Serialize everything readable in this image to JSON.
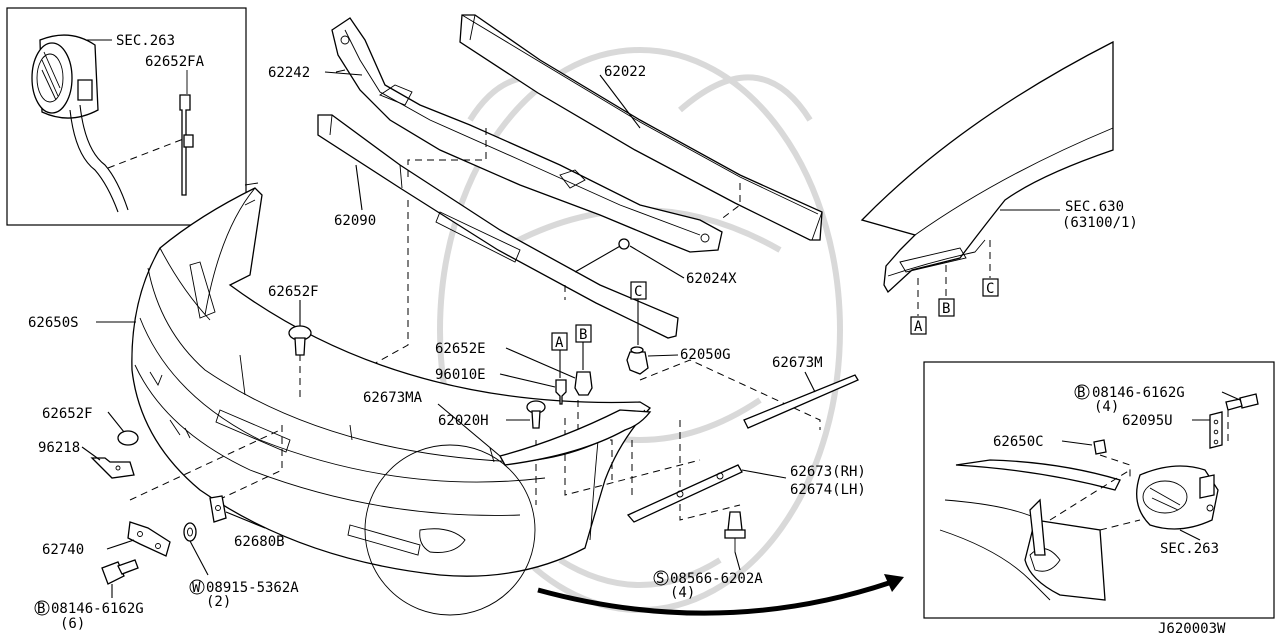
{
  "inset_top_left": {
    "labels": [
      "SEC.263",
      "62652FA"
    ]
  },
  "parts": {
    "p62242": "62242",
    "p62022": "62022",
    "p62090": "62090",
    "p62024X": "62024X",
    "p62652F_top": "62652F",
    "p62650S": "62650S",
    "p62652E": "62652E",
    "p96010E": "96010E",
    "p62050G": "62050G",
    "p62673M": "62673M",
    "p62673MA": "62673MA",
    "p62020H": "62020H",
    "p62652F_left": "62652F",
    "p96218": "96218",
    "p62673RH": "62673(RH)",
    "p62674LH": "62674(LH)",
    "p62680B": "62680B",
    "p62740": "62740",
    "p08915": "08915-5362A",
    "p08915_qty": "(2)",
    "p08146": "08146-6162G",
    "p08146_qty": "(6)",
    "p08566": "08566-6202A",
    "p08566_qty": "(4)",
    "sec630": "SEC.630",
    "sec630_sub": "(63100/1)"
  },
  "prefix_marks": {
    "washer": "W",
    "bolt": "B",
    "screw": "S"
  },
  "ref_boxes": {
    "A": "A",
    "B": "B",
    "C": "C"
  },
  "inset_bottom_right": {
    "bolt_label": "08146-6162G",
    "bolt_qty": "(4)",
    "bolt_mark": "B",
    "bracket": "62095U",
    "clip": "62650C",
    "sec": "SEC.263"
  },
  "footer_code": "J620003W"
}
